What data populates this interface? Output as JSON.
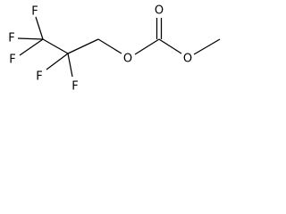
{
  "molecule": {
    "atoms": {
      "f1": "F",
      "f2": "F",
      "f3": "F",
      "f4": "F",
      "f5": "F",
      "o_ester": "O",
      "o_carbonyl": "O",
      "o_methoxy": "O"
    },
    "colors": {
      "bond": "#000000",
      "label": "#000000",
      "background": "#ffffff"
    }
  }
}
